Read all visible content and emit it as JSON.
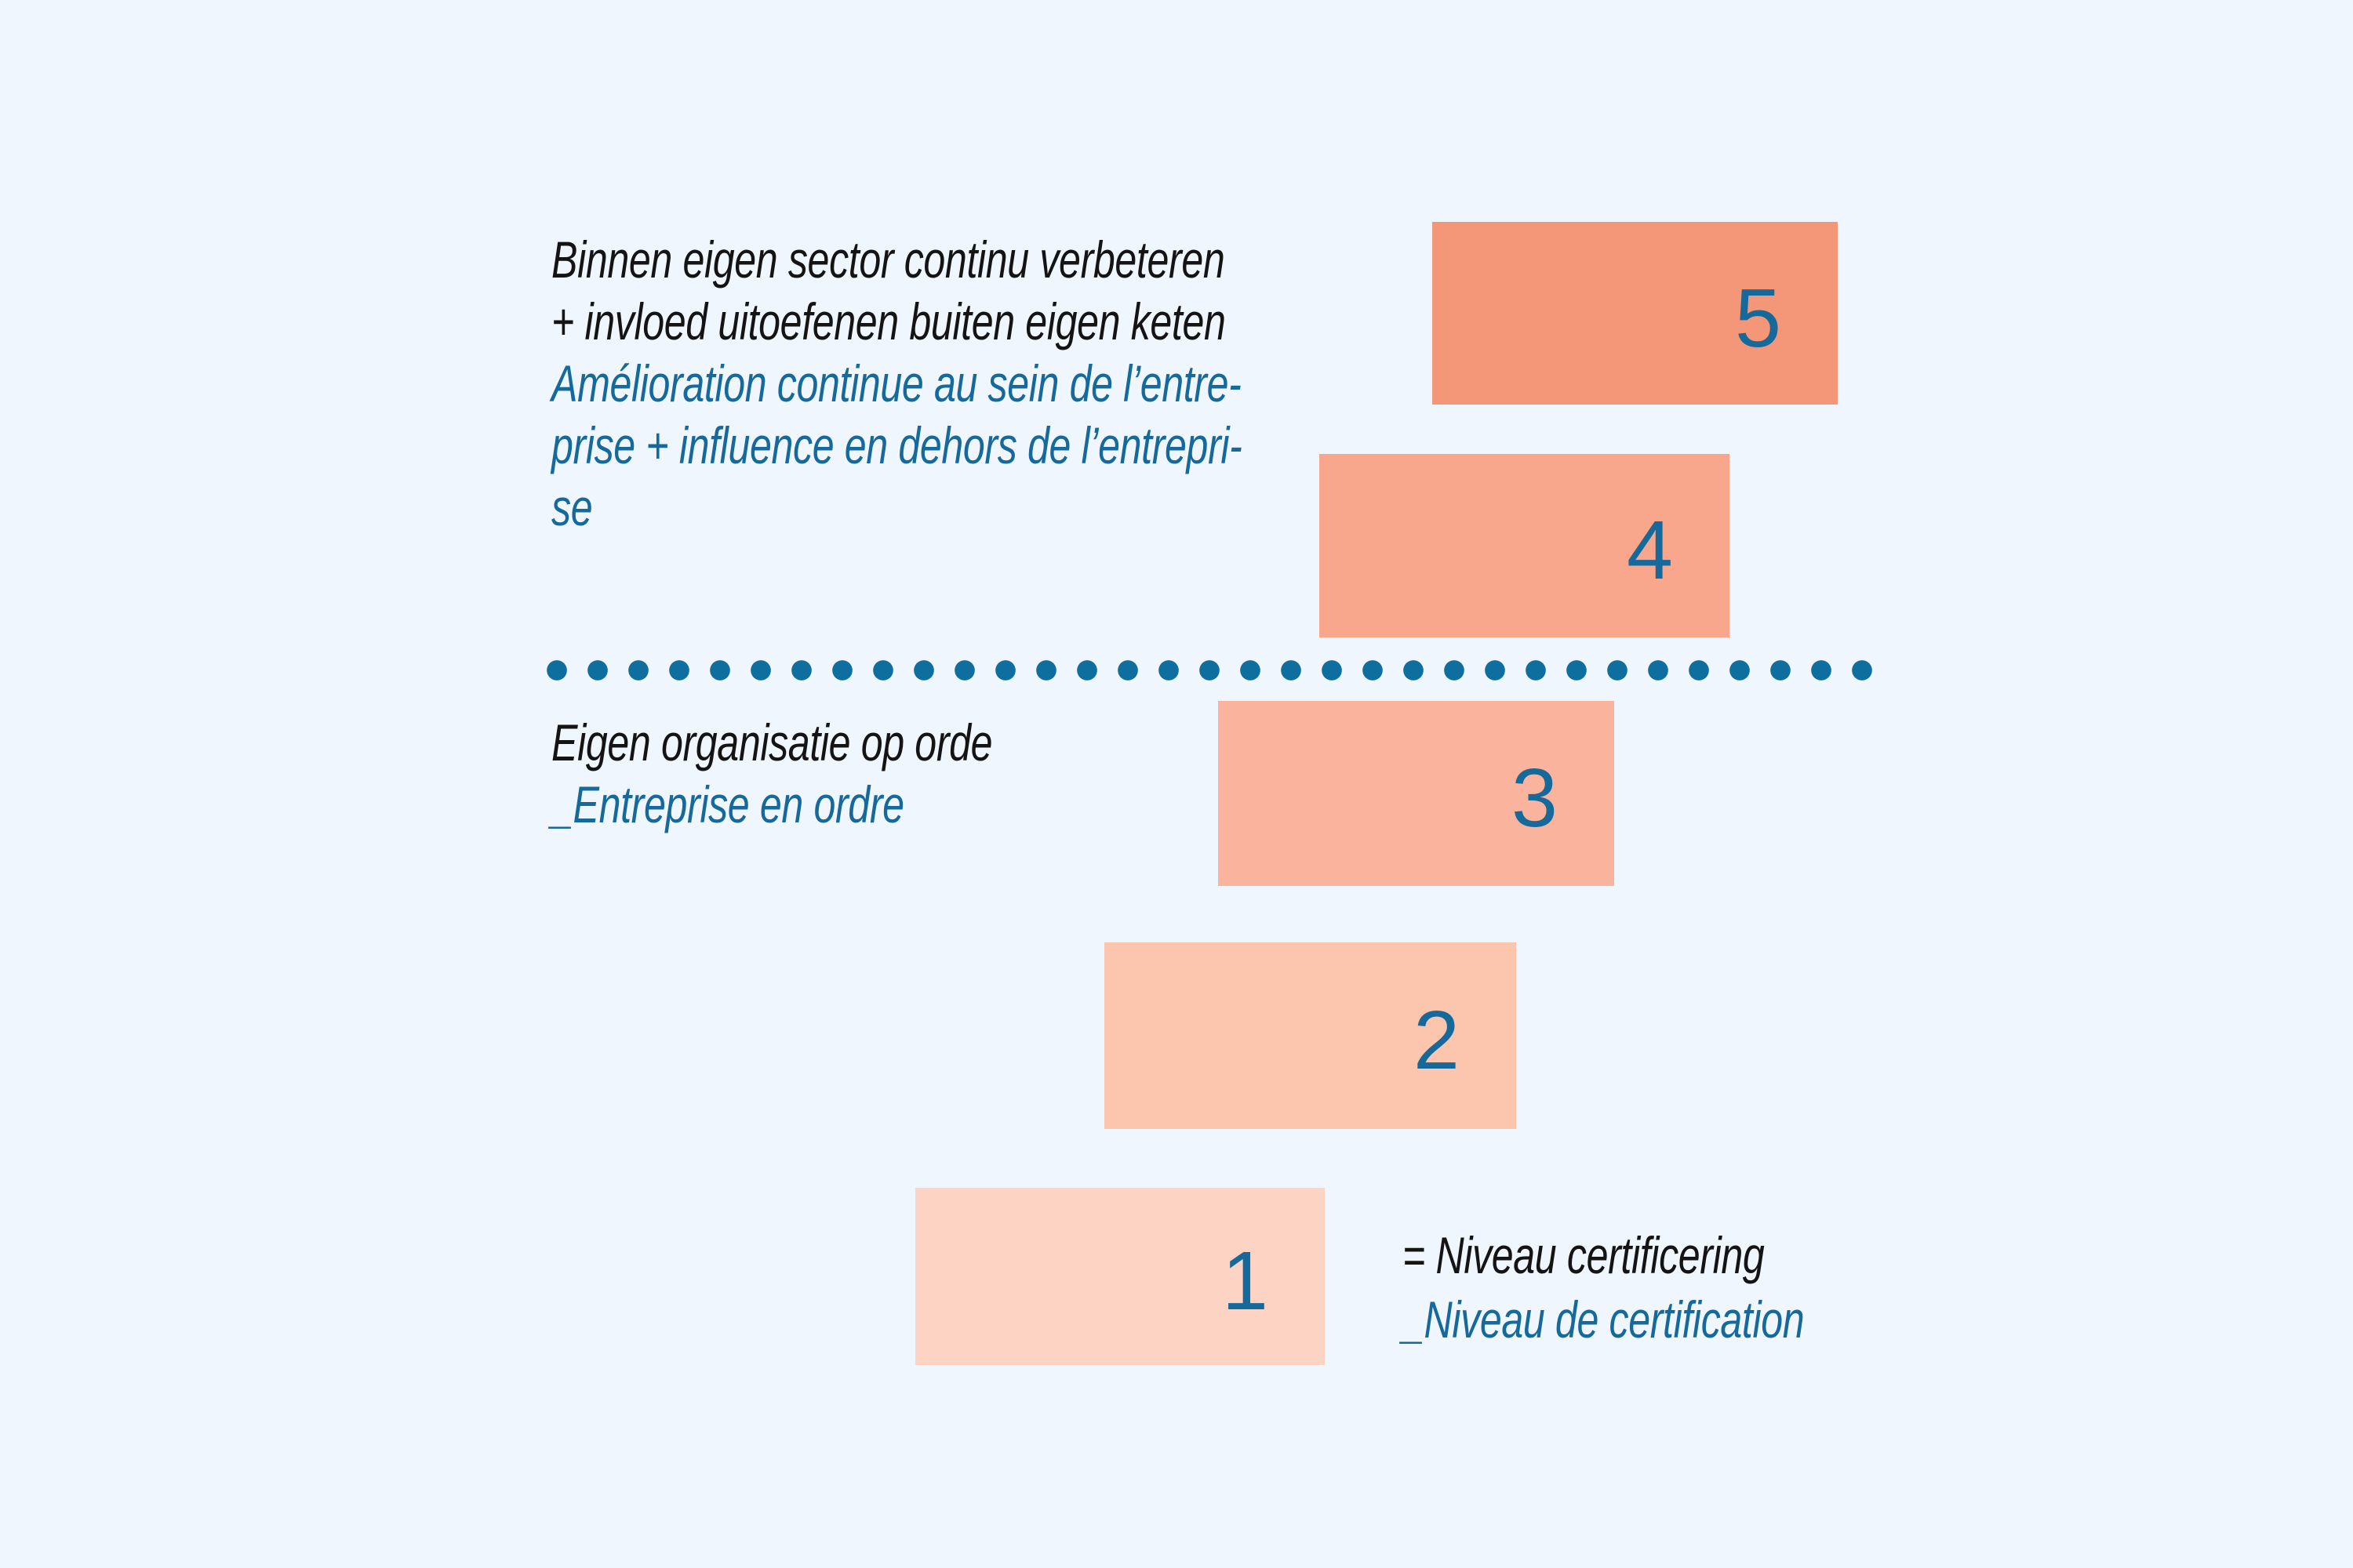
{
  "colors": {
    "background": "#EFF6FD",
    "accent_blue": "#15699B",
    "divider_dot_blue": "#0E6F9F",
    "text_black": "#141414"
  },
  "top_label": {
    "nl_lines": [
      "Binnen eigen sector continu verbeteren",
      "+ invloed uitoefenen buiten eigen keten"
    ],
    "fr_lines": [
      "Amélioration continue au sein de l’entre-",
      "prise + influence en dehors de l’entrepri-",
      "se"
    ]
  },
  "mid_label": {
    "nl": "Eigen organisatie op orde",
    "fr": "_Entreprise en ordre"
  },
  "legend": {
    "nl": "= Niveau certificering",
    "fr": "_Niveau de certification"
  },
  "levels": [
    {
      "label": "5",
      "color": "#F49678"
    },
    {
      "label": "4",
      "color": "#F9A78C"
    },
    {
      "label": "3",
      "color": "#FAB49E"
    },
    {
      "label": "2",
      "color": "#FCC6AE"
    },
    {
      "label": "1",
      "color": "#FDD4C3"
    }
  ]
}
